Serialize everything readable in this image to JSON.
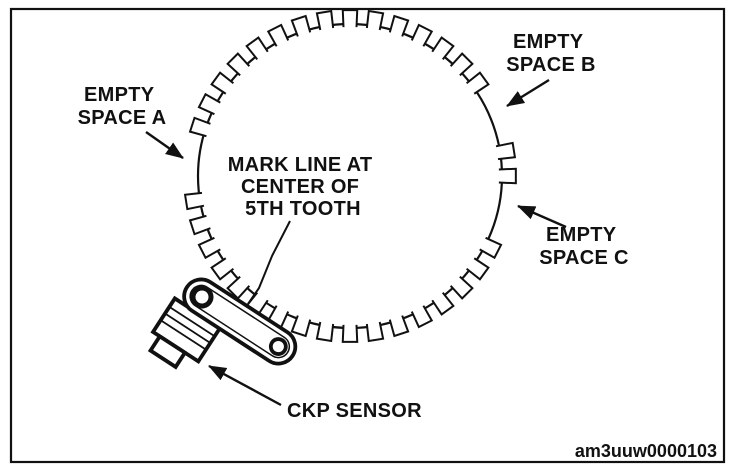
{
  "diagram": {
    "labels": {
      "empty_space_a": [
        "EMPTY",
        "SPACE A"
      ],
      "empty_space_b": [
        "EMPTY",
        "SPACE B"
      ],
      "empty_space_c": [
        "EMPTY",
        "SPACE C"
      ],
      "mark_line": [
        "MARK LINE AT",
        "CENTER OF",
        "5TH TOOTH"
      ],
      "ckp_sensor": "CKP SENSOR"
    },
    "figure_id": "am3uuw0000103",
    "colors": {
      "ink": "#111111",
      "background": "#ffffff"
    }
  }
}
